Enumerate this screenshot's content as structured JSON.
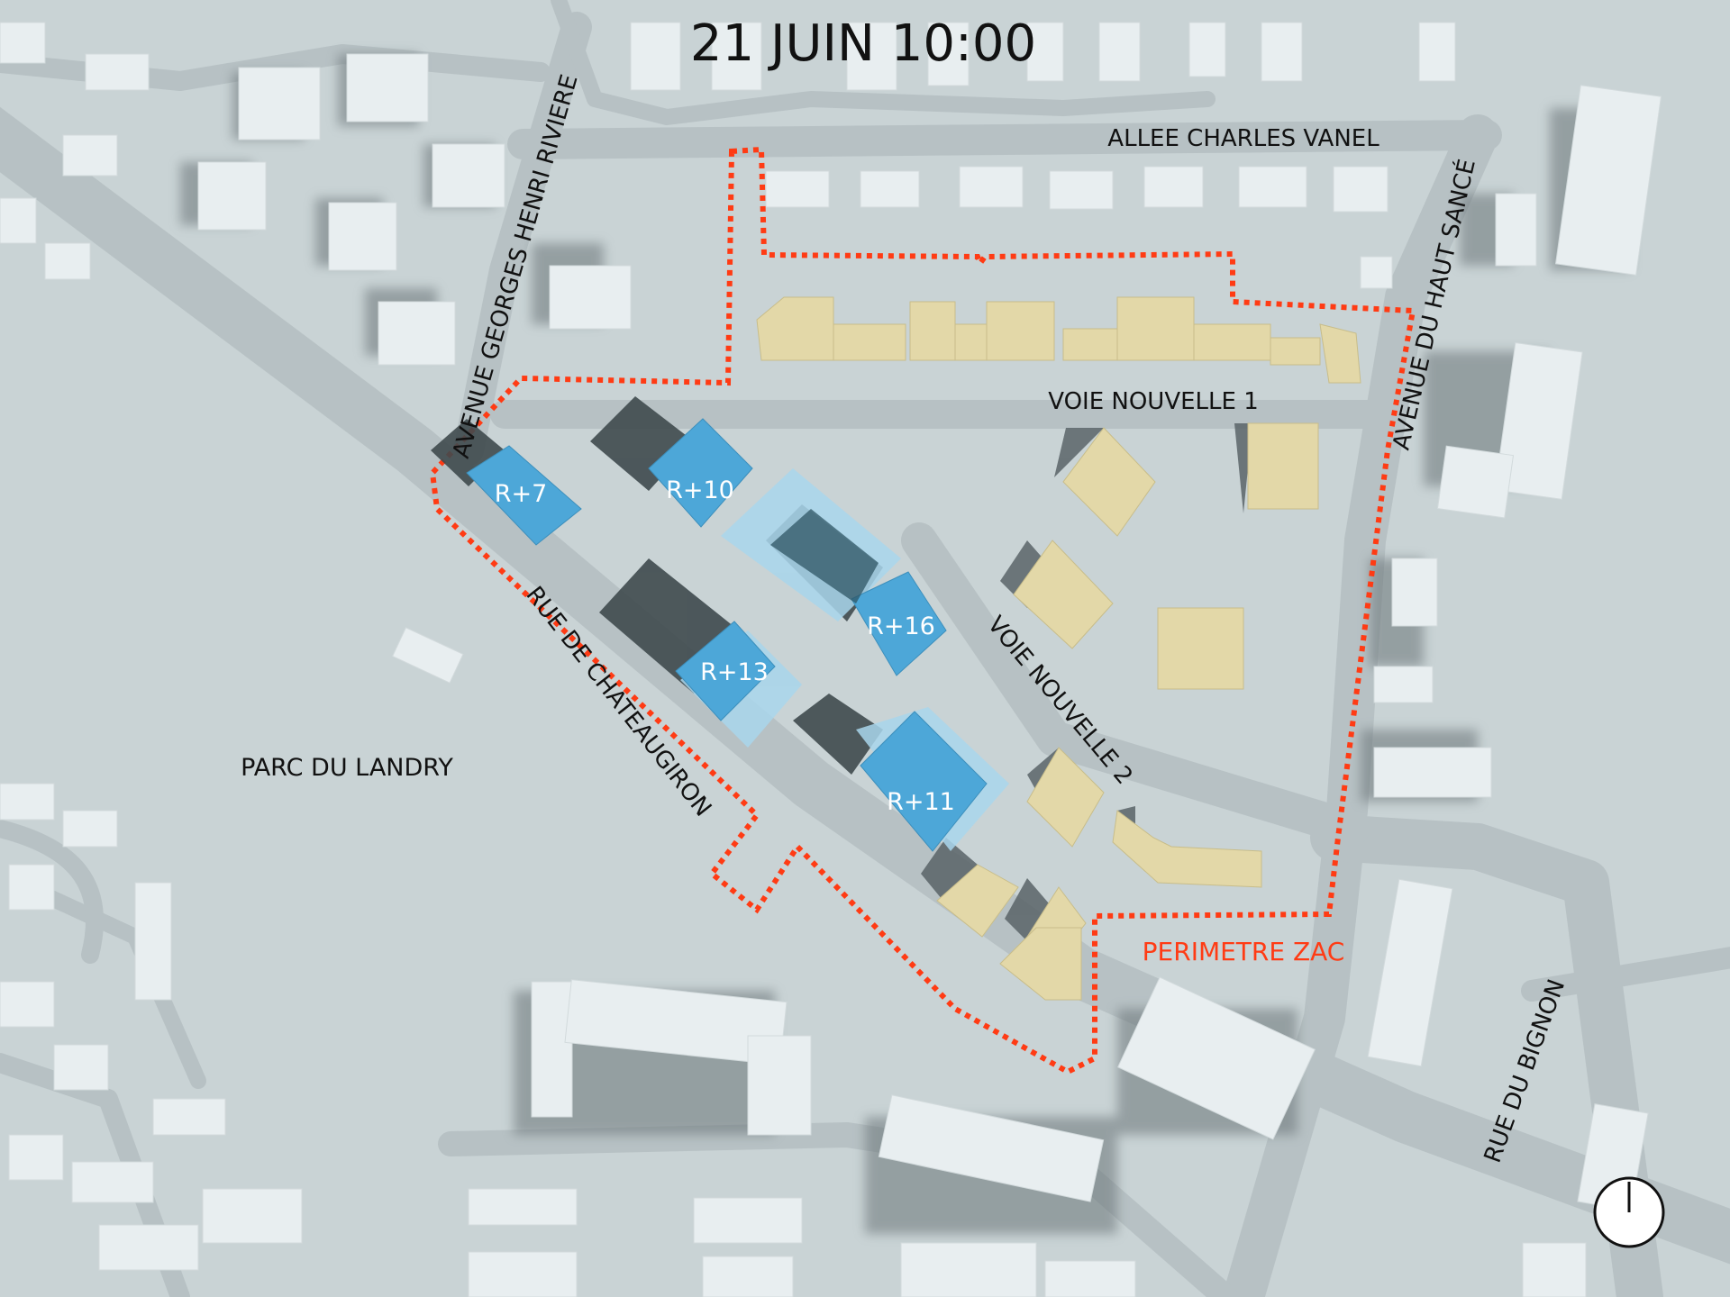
{
  "title": "21 JUIN 10:00",
  "streets": {
    "allee_charles_vanel": "ALLEE CHARLES VANEL",
    "avenue_georges_henri_riviere": "AVENUE GEORGES HENRI RIVIERE",
    "avenue_du_haut_sance": "AVENUE DU HAUT SANCÉ",
    "voie_nouvelle_1": "VOIE NOUVELLE 1",
    "voie_nouvelle_2": "VOIE NOUVELLE 2",
    "rue_de_chateaugiron": "RUE DE CHATEAUGIRON",
    "rue_du_bignon": "RUE DU BIGNON"
  },
  "places": {
    "parc_du_landry": "PARC DU LANDRY"
  },
  "legend": {
    "perimetre_zac": "PERIMETRE ZAC"
  },
  "towers": [
    {
      "label": "R+7"
    },
    {
      "label": "R+10"
    },
    {
      "label": "R+16"
    },
    {
      "label": "R+13"
    },
    {
      "label": "R+11"
    }
  ],
  "colors": {
    "ground": "#c9d3d5",
    "road": "#b3bec1",
    "existing_building": "#e6ecee",
    "shadow": "#5a6468",
    "tower": "#4da7d8",
    "tower_glass": "#a9d6ec",
    "new_housing": "#e3d8a8",
    "zac_perimeter": "#ff3b14"
  },
  "icons": {
    "clock": "clock-icon"
  }
}
